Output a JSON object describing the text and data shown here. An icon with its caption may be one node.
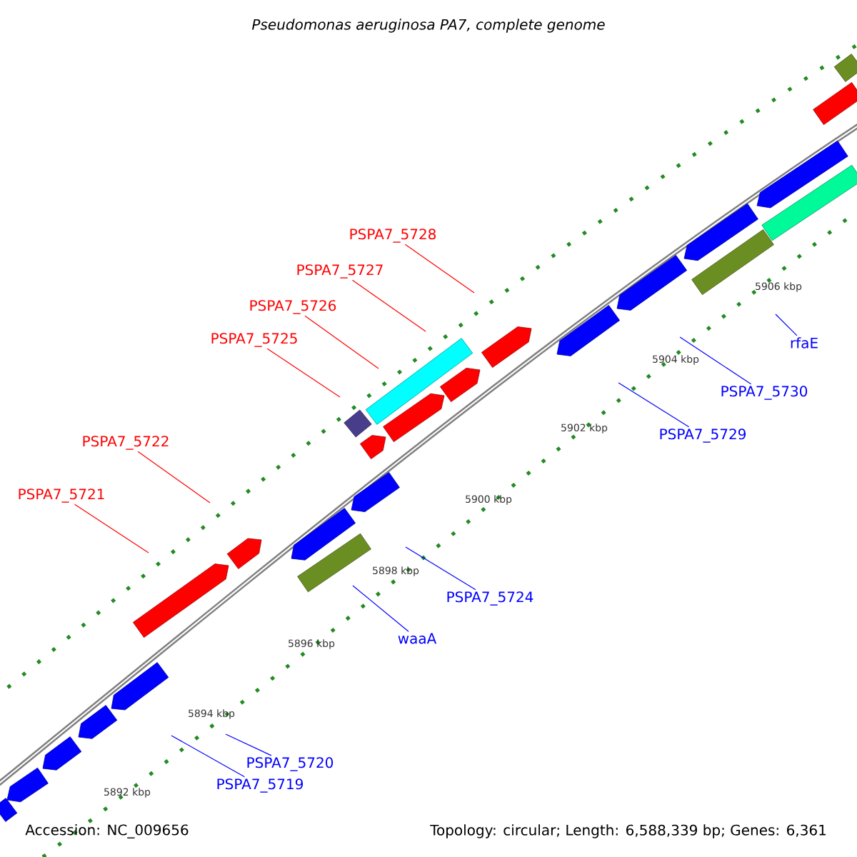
{
  "diagram": {
    "title": "Pseudomonas aeruginosa PA7, complete genome",
    "nodes": [
      {
        "text": [
          "PSPA7_5728"
        ]
      },
      {
        "text": [
          "PSPA7_5727"
        ]
      },
      {
        "text": [
          "PSPA7_5726"
        ]
      },
      {
        "text": [
          "PSPA7_5725"
        ]
      },
      {
        "text": [
          "PSPA7_5722"
        ]
      },
      {
        "text": [
          "PSPA7_5721"
        ]
      },
      {
        "text": [
          "rfaE"
        ]
      },
      {
        "text": [
          "PSPA7_5730"
        ]
      },
      {
        "text": [
          "PSPA7_5729"
        ]
      },
      {
        "text": [
          "PSPA7_5724"
        ]
      },
      {
        "text": [
          "waaA"
        ]
      },
      {
        "text": [
          "PSPA7_5720"
        ]
      },
      {
        "text": [
          "PSPA7_5719"
        ]
      }
    ],
    "edges": [
      {
        "from": 0,
        "to": null,
        "arrow": "none",
        "color": "#ff0000"
      },
      {
        "from": 1,
        "to": null,
        "arrow": "none",
        "color": "#ff0000"
      },
      {
        "from": 2,
        "to": null,
        "arrow": "none",
        "color": "#ff0000"
      },
      {
        "from": 3,
        "to": null,
        "arrow": "none",
        "color": "#ff0000"
      },
      {
        "from": 4,
        "to": null,
        "arrow": "none",
        "color": "#ff0000"
      },
      {
        "from": 5,
        "to": null,
        "arrow": "none",
        "color": "#ff0000"
      },
      {
        "from": 6,
        "to": null,
        "arrow": "none",
        "color": "#0000ff"
      },
      {
        "from": 7,
        "to": null,
        "arrow": "none",
        "color": "#0000ff"
      },
      {
        "from": 8,
        "to": null,
        "arrow": "none",
        "color": "#0000ff"
      },
      {
        "from": 9,
        "to": null,
        "arrow": "none",
        "color": "#0000ff"
      },
      {
        "from": 10,
        "to": null,
        "arrow": "none",
        "color": "#0000ff"
      },
      {
        "from": 11,
        "to": null,
        "arrow": "none",
        "color": "#0000ff"
      },
      {
        "from": 12,
        "to": null,
        "arrow": "none",
        "color": "#0000ff"
      }
    ],
    "labels": [
      "5906 kbp",
      "5904 kbp",
      "5902 kbp",
      "5900 kbp",
      "5898 kbp",
      "5896 kbp",
      "5894 kbp",
      "5892 kbp",
      "Accession: NC_009656",
      "Topology: circular; Length: 6,588,339 bp; Genes: 6,361"
    ]
  }
}
